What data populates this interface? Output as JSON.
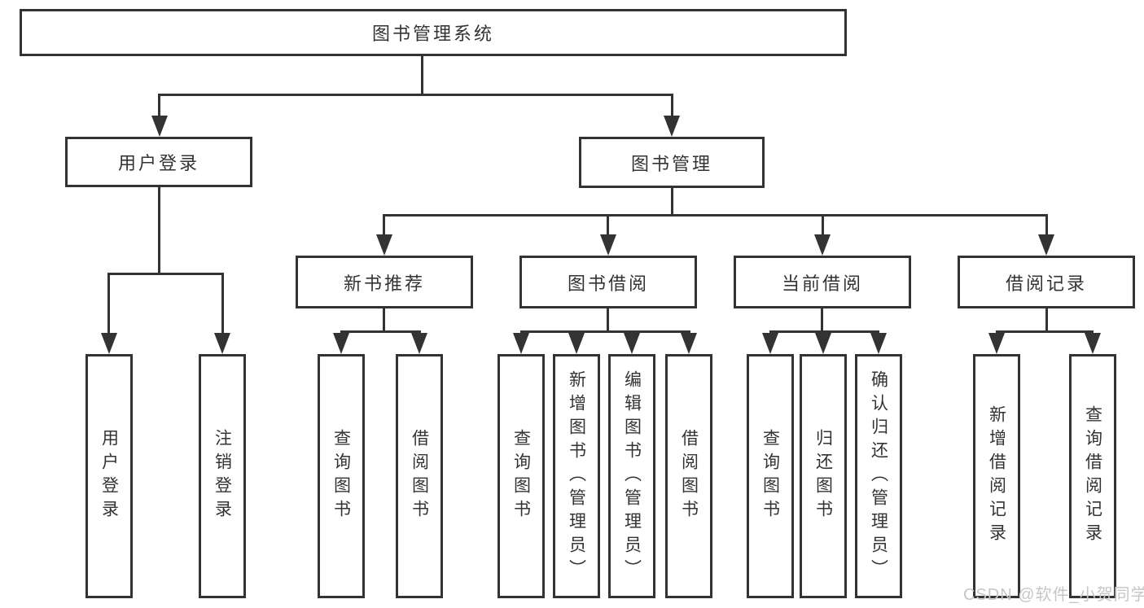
{
  "diagram": {
    "root": {
      "label": "图书管理系统",
      "children": [
        {
          "label": "用户登录",
          "children": [
            {
              "label": "用户登录"
            },
            {
              "label": "注销登录"
            }
          ]
        },
        {
          "label": "图书管理",
          "children": [
            {
              "label": "新书推荐",
              "children": [
                {
                  "label": "查询图书"
                },
                {
                  "label": "借阅图书"
                }
              ]
            },
            {
              "label": "图书借阅",
              "children": [
                {
                  "label": "查询图书"
                },
                {
                  "label": "新增图书（管理员）"
                },
                {
                  "label": "编辑图书（管理员）"
                },
                {
                  "label": "借阅图书"
                }
              ]
            },
            {
              "label": "当前借阅",
              "children": [
                {
                  "label": "查询图书"
                },
                {
                  "label": "归还图书"
                },
                {
                  "label": "确认归还（管理员）"
                }
              ]
            },
            {
              "label": "借阅记录",
              "children": [
                {
                  "label": "新增借阅记录"
                },
                {
                  "label": "查询借阅记录"
                }
              ]
            }
          ]
        }
      ]
    },
    "watermark": "CSDN @软件_小贺同学",
    "colors": {
      "line": "#333333",
      "text": "#333333",
      "watermark": "#c6c6c6",
      "background": "#ffffff"
    }
  }
}
